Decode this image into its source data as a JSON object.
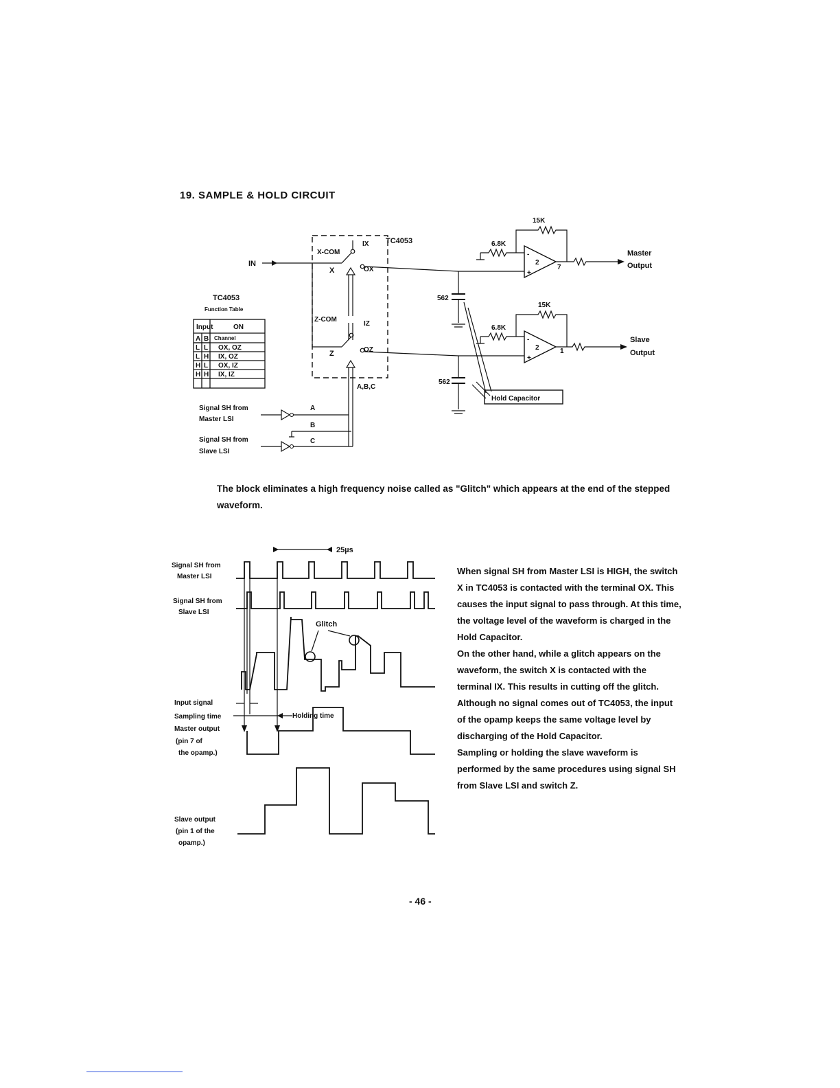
{
  "header": {
    "title": "19. SAMPLE & HOLD CIRCUIT"
  },
  "circuit": {
    "chip_label": "TC4053",
    "in_label": "IN",
    "x_com": "X-COM",
    "z_com": "Z-COM",
    "x": "X",
    "z": "Z",
    "ix": "IX",
    "ox": "OX",
    "iz": "IZ",
    "oz": "OZ",
    "abc": "A,B,C",
    "a": "A",
    "b": "B",
    "c": "C",
    "sig_master_1": "Signal SH from",
    "sig_master_2": "Master LSI",
    "sig_slave_1": "Signal SH from",
    "sig_slave_2": "Slave LSI",
    "r_feedback_1": "15K",
    "r_input_1": "6.8K",
    "r_feedback_2": "15K",
    "r_input_2": "6.8K",
    "cap_1": "562",
    "cap_2": "562",
    "opamp_1_num": "2",
    "opamp_1_pin": "7",
    "opamp_2_num": "2",
    "opamp_2_pin": "1",
    "minus": "-",
    "plus": "+",
    "master_out_1": "Master",
    "master_out_2": "Output",
    "slave_out_1": "Slave",
    "slave_out_2": "Output",
    "hold_cap": "Hold Capacitor",
    "table": {
      "title": "TC4053",
      "subtitle": "Function Table",
      "header_input": "Input",
      "header_on": "ON",
      "header_channel": "Channel",
      "col_a": "A",
      "col_b": "B",
      "rows": [
        {
          "a": "L",
          "b": "L",
          "ch": "OX, OZ"
        },
        {
          "a": "L",
          "b": "H",
          "ch": "IX, OZ"
        },
        {
          "a": "H",
          "b": "L",
          "ch": "OX, IZ"
        },
        {
          "a": "H",
          "b": "H",
          "ch": "IX, IZ"
        }
      ]
    }
  },
  "paragraph": "The block eliminates a high frequency noise called as \"Glitch\" which appears at the end of the stepped waveform.",
  "timing": {
    "period": "25µs",
    "glitch": "Glitch",
    "holding_time": "Holding time",
    "sig_master_1": "Signal SH from",
    "sig_master_2": "Master LSI",
    "sig_slave_1": "Signal SH from",
    "sig_slave_2": "Slave LSI",
    "input_signal": "Input signal",
    "sampling_time": "Sampling time",
    "master_output_1": "Master output",
    "master_output_2": "(pin 7 of",
    "master_output_3": "the opamp.)",
    "slave_output_1": "Slave output",
    "slave_output_2": "(pin 1 of the",
    "slave_output_3": "opamp.)"
  },
  "description": [
    "When signal SH from Master LSI is HIGH, the switch X in TC4053 is contacted with the terminal OX. This causes the input signal to pass through. At this time, the voltage level of the waveform is charged in the Hold Capacitor.",
    "On the other hand, while a glitch appears on the waveform, the switch X is contacted with the terminal IX. This results in cutting off the glitch. Although no signal comes out of TC4053, the input of the opamp keeps the same voltage level by discharging of the Hold Capacitor.",
    "Sampling or holding the slave waveform is performed by the same procedures using signal SH from Slave LSI and switch Z."
  ],
  "page_number": "- 46 -"
}
